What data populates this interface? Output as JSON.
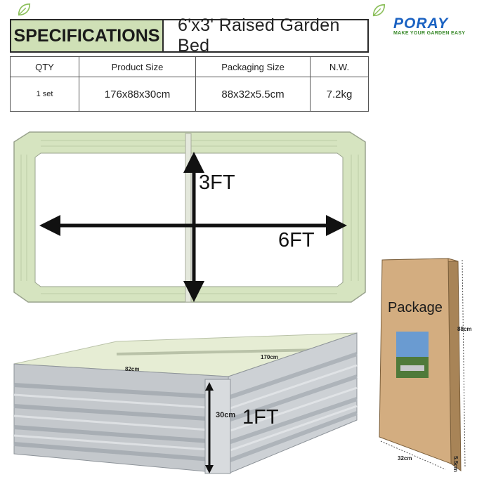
{
  "header": {
    "title": "SPECIFICATIONS",
    "subtitle": "6'x3' Raised Garden Bed",
    "logo_text": "PORAY",
    "logo_tagline": "MAKE YOUR GARDEN EASY",
    "accent_color": "#cfe0b6",
    "brand_color": "#1b62c2"
  },
  "table": {
    "columns": [
      "QTY",
      "Product Size",
      "Packaging Size",
      "N.W."
    ],
    "values": [
      "1 set",
      "176x88x30cm",
      "88x32x5.5cm",
      "7.2kg"
    ]
  },
  "frame_dims": {
    "width_label": "3FT",
    "length_label": "6FT"
  },
  "bed_dims": {
    "height_label": "1FT",
    "height_cm": "30cm",
    "width_cm": "82cm",
    "length_cm": "170cm"
  },
  "package": {
    "label": "Package",
    "height_cm": "88cm",
    "width_cm": "32cm",
    "depth_cm": "5.5cm"
  }
}
